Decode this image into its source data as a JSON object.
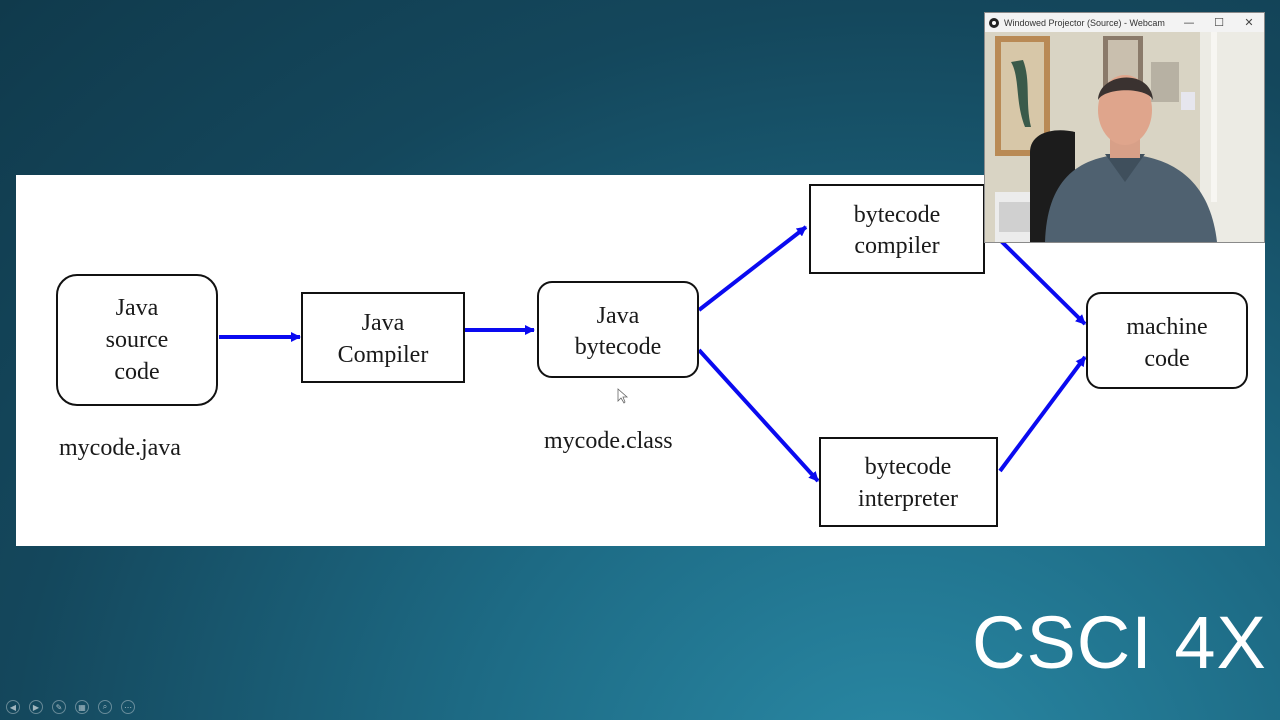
{
  "diagram": {
    "nodes": {
      "java_source": [
        "Java",
        "source",
        "code"
      ],
      "java_compiler": [
        "Java",
        "Compiler"
      ],
      "java_bytecode": [
        "Java",
        "bytecode"
      ],
      "bytecode_compiler": [
        "bytecode",
        "compiler"
      ],
      "bytecode_interpreter": [
        "bytecode",
        "interpreter"
      ],
      "machine_code": [
        "machine",
        "code"
      ]
    },
    "labels": {
      "source_file": "mycode.java",
      "class_file": "mycode.class"
    },
    "arrow_color": "#0a0af0"
  },
  "brand": {
    "text": "CSCI 4X"
  },
  "webcam": {
    "title": "Windowed Projector (Source) - Webcam",
    "minimize": "—",
    "maximize": "☐",
    "close": "✕"
  },
  "toolbar": {
    "icons": [
      "prev-icon",
      "next-icon",
      "pen-icon",
      "slides-icon",
      "zoom-icon",
      "more-icon"
    ]
  }
}
